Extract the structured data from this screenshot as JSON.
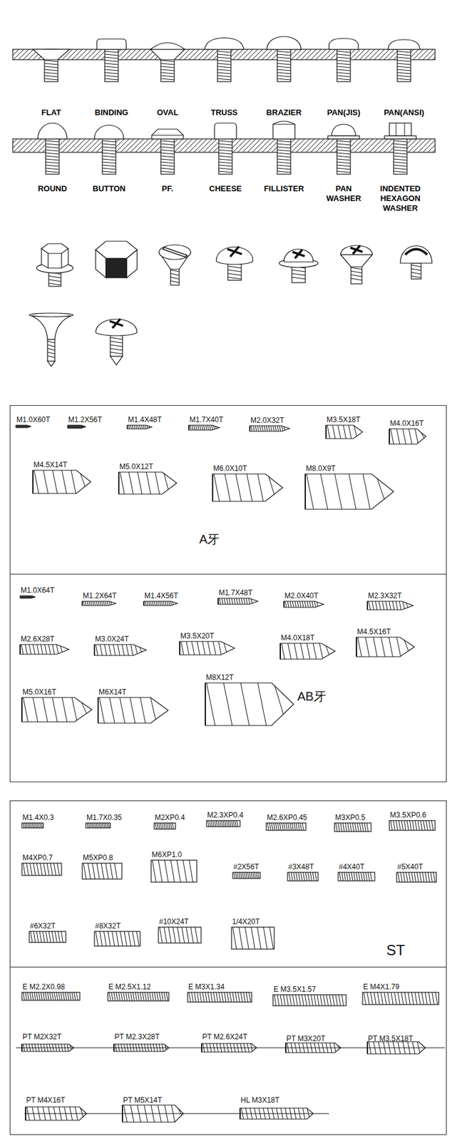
{
  "diagram": {
    "nodes": [
      {
        "text": [
          "M1.0X60T",
          "M1.2X56T",
          "M1.4X48T",
          "M1.7X40T",
          "M2.0X32T",
          "M3.5X18T",
          "M4.0X16T",
          "M4.5X14T",
          "M5.0X12T",
          "M6.0X10T",
          "M8.0X9T",
          "A牙"
        ]
      },
      {
        "text": [
          "M1.0X64T",
          "M1.2X64T",
          "M1.4X56T",
          "M1.7X48T",
          "M2.0X40T",
          "M2.3X32T",
          "M2.6X28T",
          "M3.0X24T",
          "M3.5X20T",
          "M4.0X18T",
          "M4.5X16T",
          "M5.0X16T",
          "M6X14T",
          "M8X12T",
          "AB牙"
        ]
      },
      {
        "text": [
          "M1.4X0.3",
          "M1.7X0.35",
          "M2XP0.4",
          "M2.3XP0.4",
          "M2.6XP0.45",
          "M3XP0.5",
          "M3.5XP0.6",
          "M4XP0.7",
          "M5XP0.8",
          "M6XP1.0",
          "#2X56T",
          "#3X48T",
          "#4X40T",
          "#5X40T",
          "#6X32T",
          "#8X32T",
          "#10X24T",
          "1/4X20T",
          "ST"
        ]
      },
      {
        "text": [
          "E M2.2X0.98",
          "E M2.5X1.12",
          "E M3X1.34",
          "E M3.5X1.57",
          "E M4X1.79",
          "PT M2X32T",
          "PT M2.3X28T",
          "PT M2.6X24T",
          "PT M3X20T",
          "PT M3.5X18T",
          "PT M4X16T",
          "PT M5X14T",
          "HL M3X18T"
        ]
      }
    ],
    "labels": [
      "FLAT",
      "BINDING",
      "OVAL",
      "TRUSS",
      "BRAZIER",
      "PAN(JIS)",
      "PAN(ANSI)",
      "ROUND",
      "BUTTON",
      "PF.",
      "CHEESE",
      "FILLISTER",
      "PAN WASHER",
      "INDENTED HEXAGON WASHER"
    ]
  }
}
